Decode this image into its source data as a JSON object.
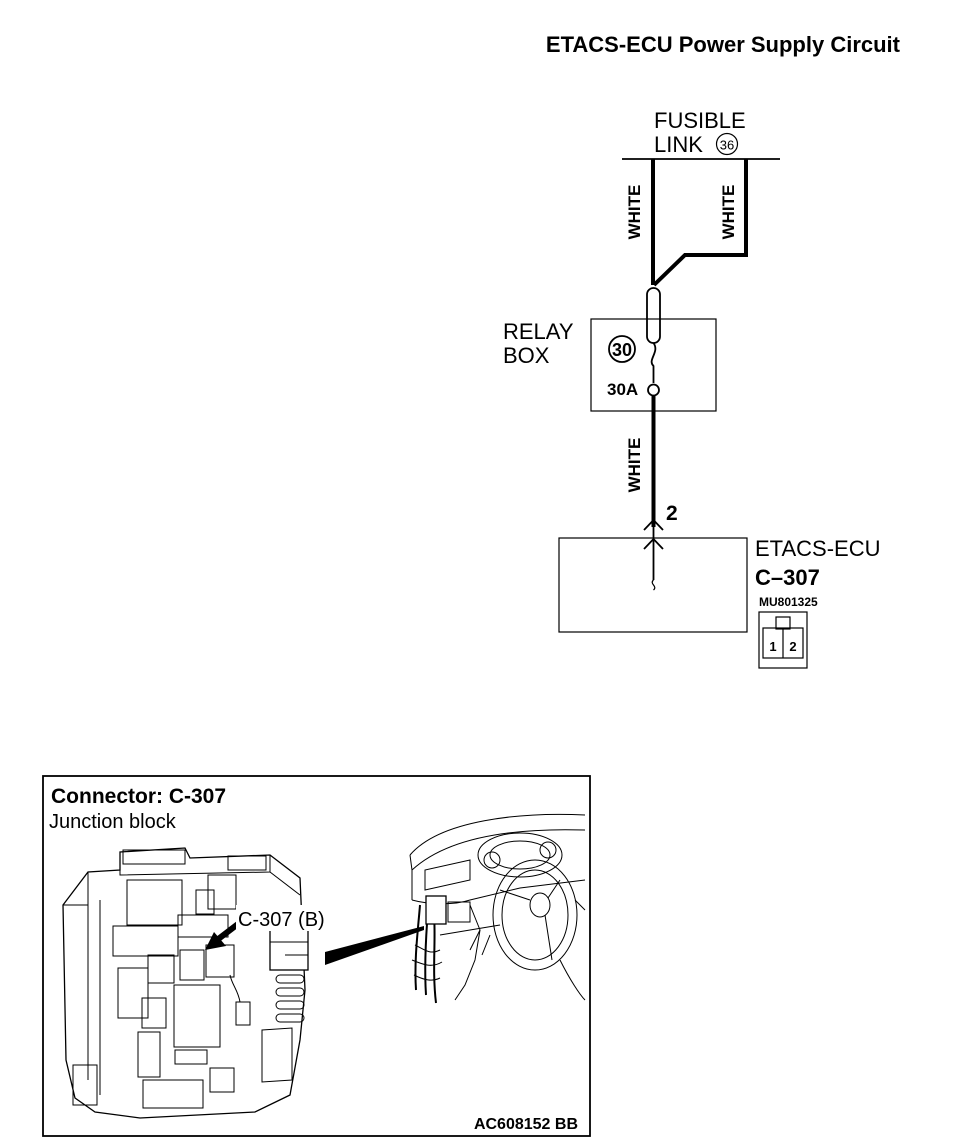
{
  "title": "ETACS-ECU Power Supply Circuit",
  "fusible_link": {
    "label_line1": "FUSIBLE",
    "label_line2": "LINK",
    "number": "36"
  },
  "wires": {
    "left": "WHITE",
    "right": "WHITE",
    "lower": "WHITE"
  },
  "relay_box": {
    "label_line1": "RELAY",
    "label_line2": "BOX",
    "fuse_number": "30",
    "rating": "30A"
  },
  "ecu": {
    "name": "ETACS-ECU",
    "connector": "C–307",
    "part_number": "MU801325",
    "pin": "2",
    "pins": [
      "1",
      "2"
    ]
  },
  "inset": {
    "title": "Connector: C-307",
    "subtitle": "Junction block",
    "callout": "C-307 (B)",
    "figure_code": "AC608152 BB"
  }
}
